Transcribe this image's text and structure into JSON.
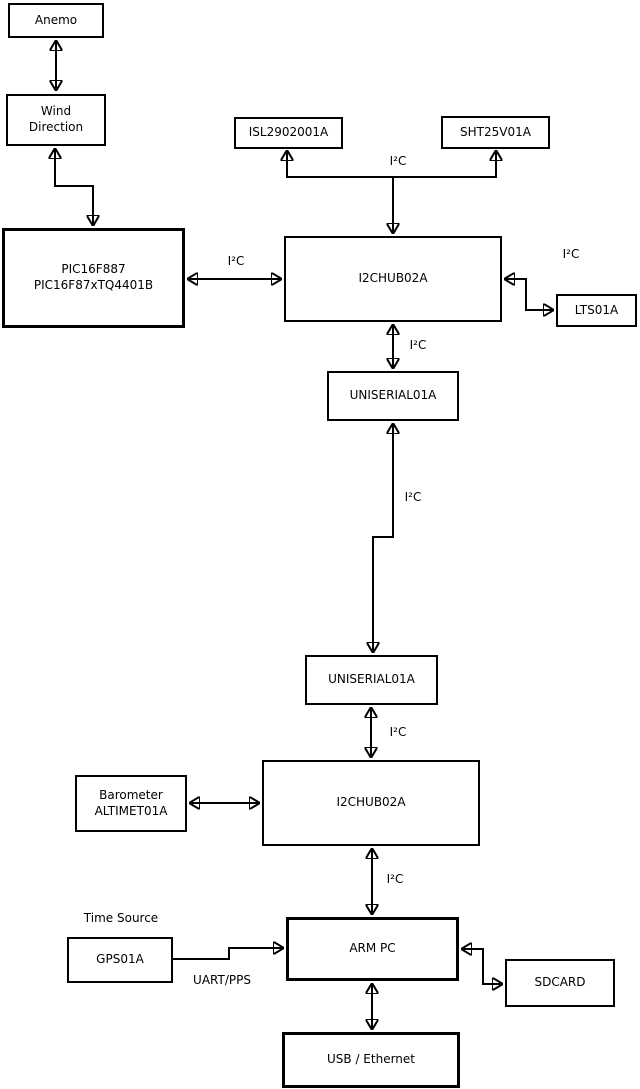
{
  "diagram": {
    "colors": {
      "background": "#ffffff",
      "line": "#000000",
      "box_fill": "#ffffff"
    },
    "boxes": {
      "anemo": {
        "label": "Anemo"
      },
      "wind_direction": {
        "line1": "Wind",
        "line2": "Direction"
      },
      "pic": {
        "line1": "PIC16F887",
        "line2": "PIC16F87xTQ4401B"
      },
      "isl": {
        "label": "ISL2902001A"
      },
      "sht": {
        "label": "SHT25V01A"
      },
      "i2chub_top": {
        "label": "I2CHUB02A"
      },
      "lts": {
        "label": "LTS01A"
      },
      "uniserial_top": {
        "label": "UNISERIAL01A"
      },
      "uniserial_bottom": {
        "label": "UNISERIAL01A"
      },
      "barometer": {
        "line1": "Barometer",
        "line2": "ALTIMET01A"
      },
      "i2chub_bottom": {
        "label": "I2CHUB02A"
      },
      "arm_pc": {
        "label": "ARM PC"
      },
      "gps": {
        "label": "GPS01A"
      },
      "sdcard": {
        "label": "SDCARD"
      },
      "usb_ethernet": {
        "label": "USB / Ethernet"
      }
    },
    "edge_labels": {
      "i2c_sensor_bus": "I²C",
      "i2c_pic_hub": "I²C",
      "i2c_hub_lts": "I²C",
      "i2c_hub_uniserial": "I²C",
      "i2c_uniserial_link": "I²C",
      "i2c_uniserial_hub2": "I²C",
      "i2c_hub2_armpc": "I²C",
      "time_source": "Time Source",
      "uart_pps": "UART/PPS"
    }
  }
}
